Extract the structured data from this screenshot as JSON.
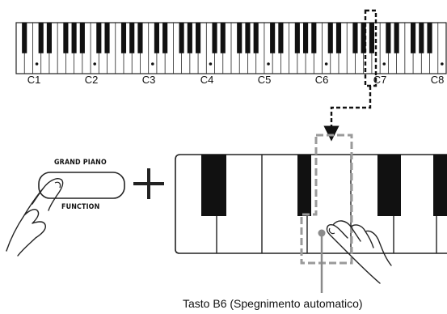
{
  "keyboard": {
    "octave_labels": [
      "C1",
      "C2",
      "C3",
      "C4",
      "C5",
      "C6",
      "C7",
      "C8"
    ]
  },
  "button": {
    "top_label": "GRAND PIANO",
    "bottom_label": "FUNCTION"
  },
  "caption": "Tasto B6 (Spegnimento automatico)",
  "colors": {
    "black_key": "#111111",
    "white_key": "#ffffff",
    "outline": "#222222",
    "highlight_dash": "#9a9a9a",
    "pointer_line": "#8a8a8a",
    "arrow": "#111111"
  }
}
